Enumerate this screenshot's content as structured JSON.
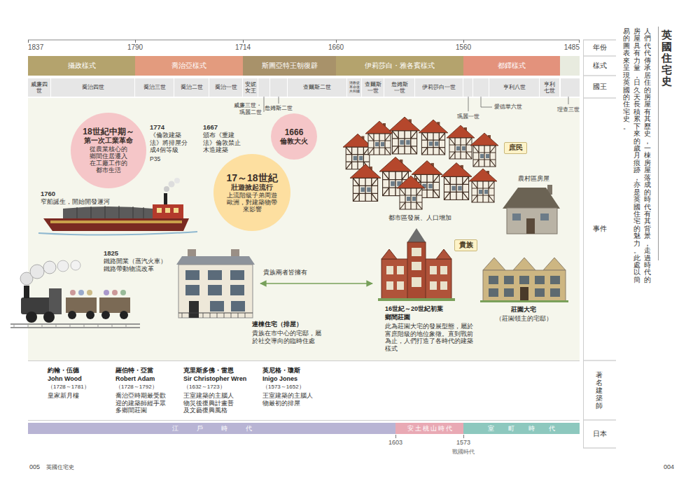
{
  "diagram": {
    "title": "英國住宅史",
    "nodes": [
      {
        "text": [
          "攝政樣式"
        ]
      },
      {
        "text": [
          "喬治亞樣式"
        ]
      },
      {
        "text": [
          "斯圖亞特王朝復辟"
        ]
      },
      {
        "text": [
          "伊莉莎白・雅各賓樣式"
        ]
      },
      {
        "text": [
          "都鐸樣式"
        ]
      },
      {
        "text": [
          "威廉四世"
        ]
      },
      {
        "text": [
          "喬治四世"
        ]
      },
      {
        "text": [
          "喬治三世"
        ]
      },
      {
        "text": [
          "喬治二世"
        ]
      },
      {
        "text": [
          "喬治一世"
        ]
      },
      {
        "text": [
          "安妮女王"
        ]
      },
      {
        "text": [
          "查爾斯二世"
        ]
      },
      {
        "text": [
          "清教徒革命後共和國"
        ]
      },
      {
        "text": [
          "查爾斯一世"
        ]
      },
      {
        "text": [
          "詹姆斯一世"
        ]
      },
      {
        "text": [
          "伊莉莎白一世"
        ]
      },
      {
        "text": [
          "亨利八世"
        ]
      },
      {
        "text": [
          "亨利七世"
        ]
      },
      {
        "text": [
          "18世紀中期～",
          "第一次工業革命",
          "從農業核心的鄉間住居遷入在工廠工作的都市生活"
        ]
      },
      {
        "text": [
          "1666",
          "倫敦大火"
        ]
      },
      {
        "text": [
          "17～18世紀",
          "壯遊掀起流行",
          "上流階級子弟周遊歐洲，對建築物帶來影響"
        ]
      },
      {
        "text": [
          "庶民"
        ]
      },
      {
        "text": [
          "貴族"
        ]
      },
      {
        "text": [
          "江戶時代"
        ]
      },
      {
        "text": [
          "安土桃山時代"
        ]
      },
      {
        "text": [
          "室町時代"
        ]
      }
    ],
    "labels": [
      "1837",
      "1790",
      "1714",
      "1660",
      "1560",
      "1485",
      "年份",
      "樣式",
      "國王",
      "事件",
      "著名建築師",
      "日本",
      "威廉三世・瑪麗二世",
      "詹姆斯二世",
      "瑪麗一世",
      "愛德華六世",
      "理查三世",
      "1774",
      "《倫敦建築法》將排屋分成4個等級",
      "P35",
      "1667",
      "頒布《重建法》倫敦禁止木造建築",
      "1760",
      "窄船誕生，開始開發運河",
      "1825",
      "鐵路開業（蒸汽火車）鐵路帶動物流改革",
      "都市區發展、人口增加",
      "農村區房屋",
      "貴族兩者皆擁有",
      "連棟住宅（排屋）",
      "貴族在市中心的宅邸，屬於社交導向的臨時住處",
      "16世紀～20世紀初葉",
      "鄉間莊園",
      "此為莊園大宅的發展型態，屬於富庶階級的地位象徵。直到戰前為止，人們打造了各時代的建築樣式",
      "莊園大宅",
      "（莊園領主的宅邸）",
      "約翰・伍德",
      "John Wood",
      "（1728～1781）",
      "皇家新月樓",
      "羅伯特・亞當",
      "Robert Adam",
      "（1728～1792）",
      "喬治亞時期最受歡迎的建築師經手眾多鄉間莊園",
      "克里斯多佛・雷恩",
      "Sir Christopher Wren",
      "（1632～1723）",
      "王室建築的主腦人物災後復興計畫普及文藝復興風格",
      "英尼格・瓊斯",
      "Inigo Jones",
      "（1573～1652）",
      "王室建築的主腦人物最初的排屋",
      "1603",
      "1573",
      "戰國時代",
      "人們代代傳承居住的房屋有其歷史，一棟房屋落成的時代有其背景，走過時代的房屋具有力量，日久天長積累下來的歲月痕跡，亦是英國住宅的魅力。此處以簡易的圖表來呈現英國的住宅史。",
      "005",
      "英國住宅史",
      "004"
    ]
  }
}
